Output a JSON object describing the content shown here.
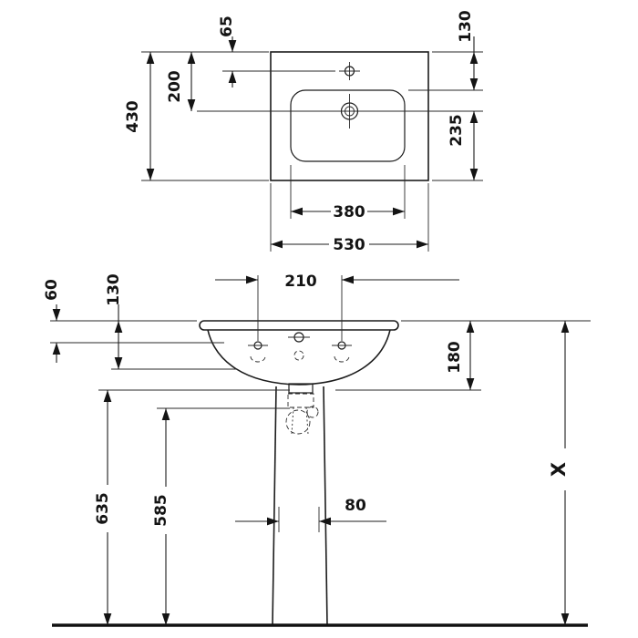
{
  "top_view": {
    "overall_width": "530",
    "basin_width": "380",
    "overall_depth": "430",
    "tap_hole_offset": "65",
    "drain_offset": "200",
    "basin_edge_offset": "130",
    "drain_to_front": "235"
  },
  "front_view": {
    "tap_hole_spacing": "210",
    "rim_to_ledge": "60",
    "rim_to_basin_edge": "130",
    "rim_to_basin_bottom": "180",
    "floor_to_basin_bottom": "635",
    "floor_to_trap": "585",
    "outlet_width": "80",
    "height_variable": "X"
  }
}
